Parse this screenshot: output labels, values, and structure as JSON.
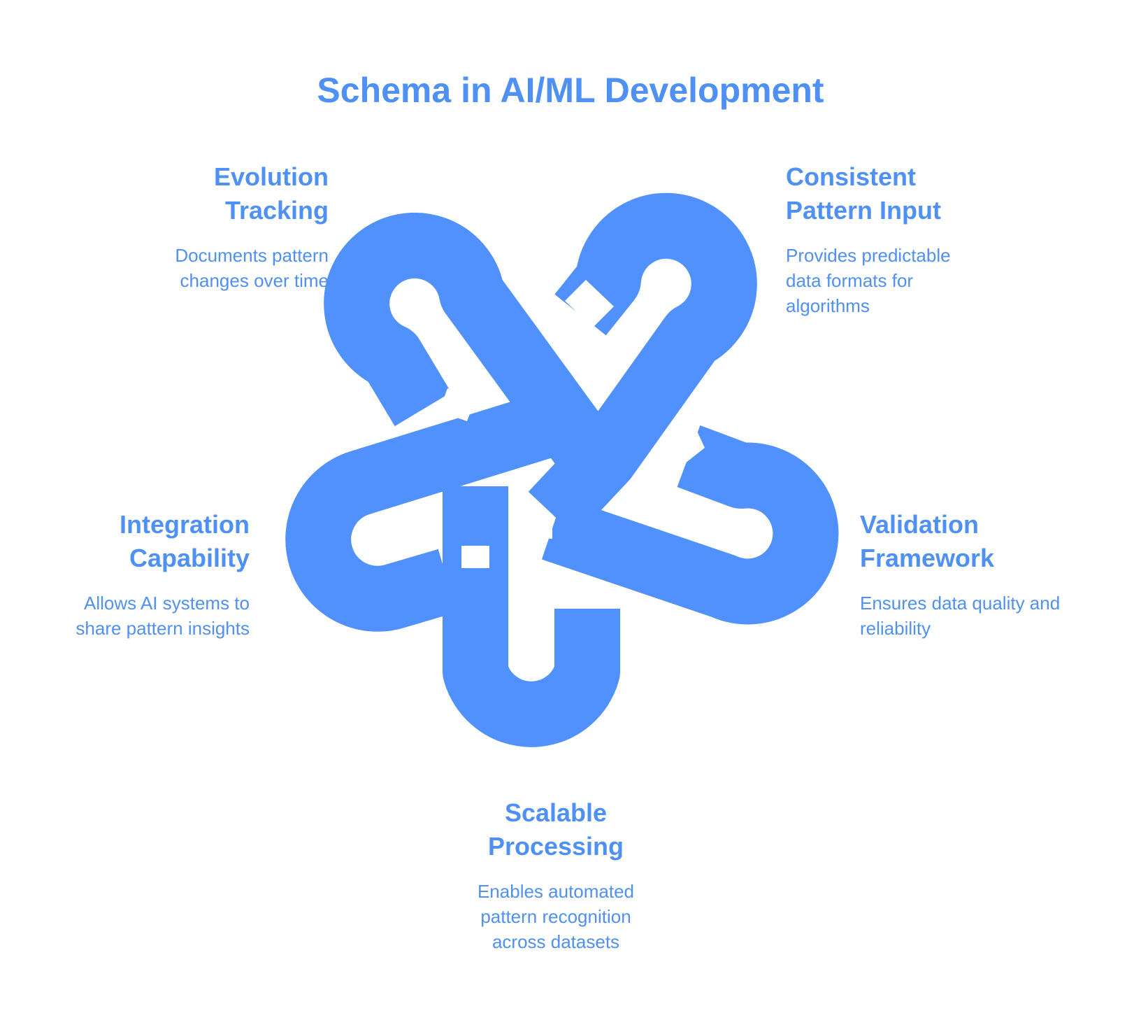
{
  "title": "Schema in AI/ML Development",
  "colors": {
    "accent": "#4f90f5",
    "shape": "#5091fe",
    "background": "#ffffff"
  },
  "items": [
    {
      "id": "evolution",
      "title_line1": "Evolution",
      "title_line2": "Tracking",
      "desc_line1": "Documents pattern",
      "desc_line2": "changes over time",
      "desc_line3": ""
    },
    {
      "id": "consistent",
      "title_line1": "Consistent",
      "title_line2": "Pattern Input",
      "desc_line1": "Provides predictable",
      "desc_line2": "data formats for",
      "desc_line3": "algorithms"
    },
    {
      "id": "integration",
      "title_line1": "Integration",
      "title_line2": "Capability",
      "desc_line1": "Allows AI systems to",
      "desc_line2": "share pattern insights",
      "desc_line3": ""
    },
    {
      "id": "validation",
      "title_line1": "Validation",
      "title_line2": "Framework",
      "desc_line1": "Ensures data quality and",
      "desc_line2": "reliability",
      "desc_line3": ""
    },
    {
      "id": "scalable",
      "title_line1": "Scalable",
      "title_line2": "Processing",
      "desc_line1": "Enables automated",
      "desc_line2": "pattern recognition",
      "desc_line3": "across datasets"
    }
  ]
}
